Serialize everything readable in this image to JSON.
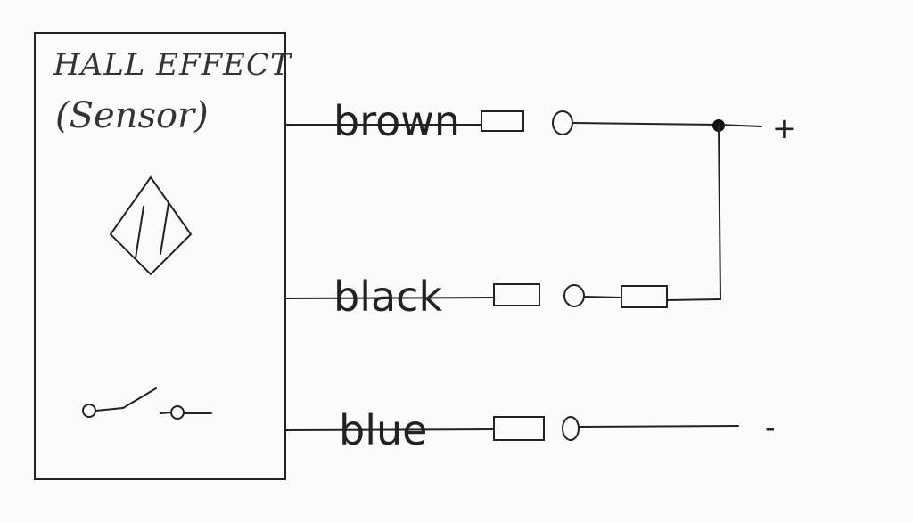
{
  "sensor": {
    "title_line1": "HALL EFFECT",
    "title_line2": "(Sensor)"
  },
  "wires": [
    {
      "label": "brown"
    },
    {
      "label": "black"
    },
    {
      "label": "blue"
    }
  ],
  "terminals": {
    "positive": "+",
    "negative": "-"
  }
}
